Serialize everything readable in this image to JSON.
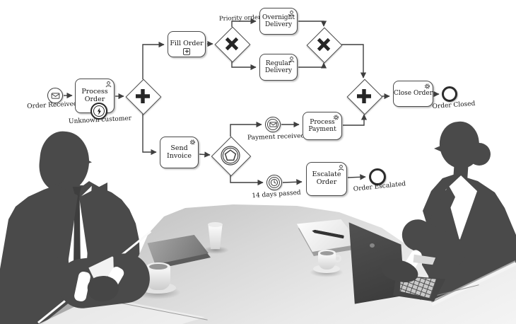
{
  "colors": {
    "silhouette": "#4a4a4a",
    "diagram_ink": "#3f3f3f",
    "node_fill": "#ffffff",
    "table_dark": "#a8a8a8",
    "table_light": "#f4f4f4"
  },
  "diagram": {
    "start_event": {
      "label": "Order Received",
      "icon": "envelope-icon"
    },
    "tasks": {
      "process_order": {
        "label": "Process Order",
        "icon": "user-icon"
      },
      "fill_order": {
        "label": "Fill Order",
        "marker": "subprocess-plus-icon"
      },
      "overnight_delivery": {
        "label": "Overnight Delivery",
        "icon": "user-icon"
      },
      "regular_delivery": {
        "label": "Regular Delivery",
        "icon": "user-icon"
      },
      "close_order": {
        "label": "Close Order",
        "icon": "gear-icon"
      },
      "send_invoice": {
        "label": "Send Invoice",
        "icon": "gear-icon"
      },
      "process_payment": {
        "label": "Process Payment",
        "icon": "gear-icon"
      },
      "escalate_order": {
        "label": "Escalate Order",
        "icon": "user-icon"
      }
    },
    "boundary_event": {
      "label": "Unknown customer",
      "icon": "lightning-icon"
    },
    "intermediate_events": {
      "payment_received": {
        "label": "Payment received",
        "icon": "envelope-icon"
      },
      "timer": {
        "label": "14 days passed",
        "icon": "clock-icon"
      }
    },
    "end_events": {
      "order_closed": {
        "label": "Order Closed"
      },
      "order_escalated": {
        "label": "Order Escalated"
      }
    },
    "gateways": {
      "parallel_split": {
        "type": "parallel",
        "symbol": "plus-icon"
      },
      "exclusive_split": {
        "type": "exclusive",
        "symbol": "x-icon"
      },
      "exclusive_merge": {
        "type": "exclusive",
        "symbol": "x-icon"
      },
      "parallel_join": {
        "type": "parallel",
        "symbol": "plus-icon"
      },
      "event_gateway": {
        "type": "event-based",
        "symbol": "pentagon-icon"
      }
    },
    "flow_labels": {
      "priority_order": "Priority order"
    }
  }
}
